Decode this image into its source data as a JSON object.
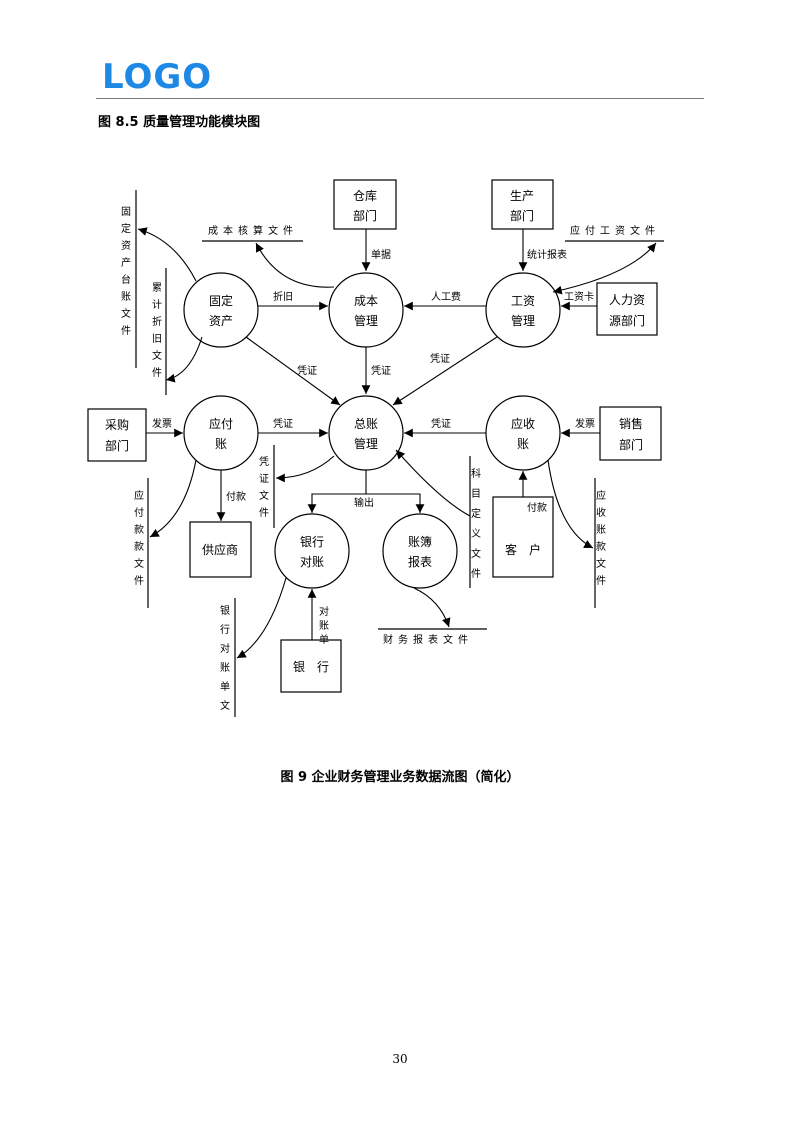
{
  "header": {
    "logo": "LOGO"
  },
  "figure_heading": "图 8.5 质量管理功能模块图",
  "diagram": {
    "processes": {
      "fixed_assets": [
        "固定",
        "资产"
      ],
      "cost_mgmt": [
        "成本",
        "管理"
      ],
      "salary_mgmt": [
        "工资",
        "管理"
      ],
      "accounts_payable": [
        "应付",
        "账"
      ],
      "general_ledger": [
        "总账",
        "管理"
      ],
      "accounts_receivable": [
        "应收",
        "账"
      ],
      "bank_reconcile": [
        "银行",
        "对账"
      ],
      "books_reports": [
        "账簿",
        "报表"
      ]
    },
    "entities": {
      "warehouse": [
        "仓库",
        "部门"
      ],
      "production": [
        "生产",
        "部门"
      ],
      "hr": [
        "人力资",
        "源部门"
      ],
      "purchasing": [
        "采购",
        "部门"
      ],
      "sales": [
        "销售",
        "部门"
      ],
      "supplier": "供应商",
      "customer": "客　户",
      "bank": "银　行"
    },
    "stores": {
      "cost_accounting": "成本核算文件",
      "salary_payable": "应付工资文件",
      "financial_report": "财务报表文件",
      "fixed_asset_ledger": "固定资产台账文件",
      "depreciation": "累计折旧文件",
      "payables": "应付款款文件",
      "voucher": "凭证文件",
      "subjects": "科目定义文件",
      "receivables": "应收账款文件",
      "bank_statement": "银行对账单文"
    },
    "flows": {
      "dan_ju": "单据",
      "tong_ji_bao_biao": "统计报表",
      "zhe_jiu": "折旧",
      "ren_gong_fei": "人工费",
      "gong_zi_ka": "工资卡",
      "ping_zheng_1": "凭证",
      "ping_zheng_2": "凭证",
      "ping_zheng_3": "凭证",
      "ping_zheng_4": "凭证",
      "ping_zheng_5": "凭证",
      "fa_piao_1": "发票",
      "fa_piao_2": "发票",
      "fu_kuan_1": "付款",
      "fu_kuan_2": "付款",
      "shu_chu": "输出",
      "dui_zhang_dan": "对账单"
    }
  },
  "caption": "图 9 企业财务管理业务数据流图（简化）",
  "page_number": "30"
}
